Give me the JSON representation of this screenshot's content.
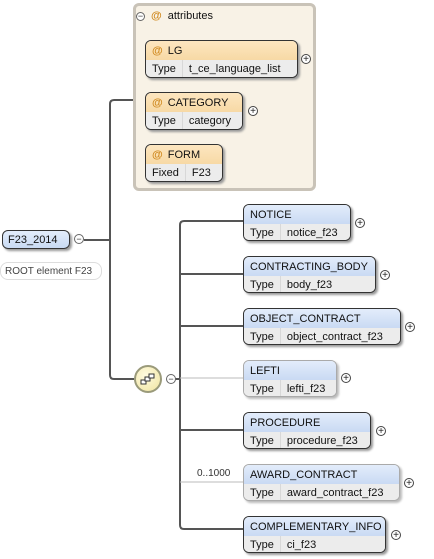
{
  "attributes": {
    "label": "attributes",
    "items": [
      {
        "name": "LG",
        "type_key": "Type",
        "type_value": "t_ce_language_list"
      },
      {
        "name": "CATEGORY",
        "type_key": "Type",
        "type_value": "category"
      },
      {
        "name": "FORM",
        "type_key": "Fixed",
        "type_value": "F23"
      }
    ]
  },
  "root": {
    "name": "F23_2014",
    "doc": "ROOT element F23"
  },
  "children": [
    {
      "name": "NOTICE",
      "type_key": "Type",
      "type_value": "notice_f23",
      "optional": false,
      "occurs": ""
    },
    {
      "name": "CONTRACTING_BODY",
      "type_key": "Type",
      "type_value": "body_f23",
      "optional": false,
      "occurs": ""
    },
    {
      "name": "OBJECT_CONTRACT",
      "type_key": "Type",
      "type_value": "object_contract_f23",
      "optional": false,
      "occurs": ""
    },
    {
      "name": "LEFTI",
      "type_key": "Type",
      "type_value": "lefti_f23",
      "optional": true,
      "occurs": ""
    },
    {
      "name": "PROCEDURE",
      "type_key": "Type",
      "type_value": "procedure_f23",
      "optional": false,
      "occurs": ""
    },
    {
      "name": "AWARD_CONTRACT",
      "type_key": "Type",
      "type_value": "award_contract_f23",
      "optional": true,
      "occurs": "0..1000"
    },
    {
      "name": "COMPLEMENTARY_INFO",
      "type_key": "Type",
      "type_value": "ci_f23",
      "optional": false,
      "occurs": ""
    }
  ],
  "icons": {
    "collapse": "minus-circle-icon",
    "expand": "plus-circle-icon",
    "sequence": "sequence-compositor-icon",
    "attribute": "at-sign-icon"
  },
  "colors": {
    "attr_header": "#f7d9a5",
    "elem_header": "#c9daf3",
    "group_bg": "#f8f2e6"
  }
}
